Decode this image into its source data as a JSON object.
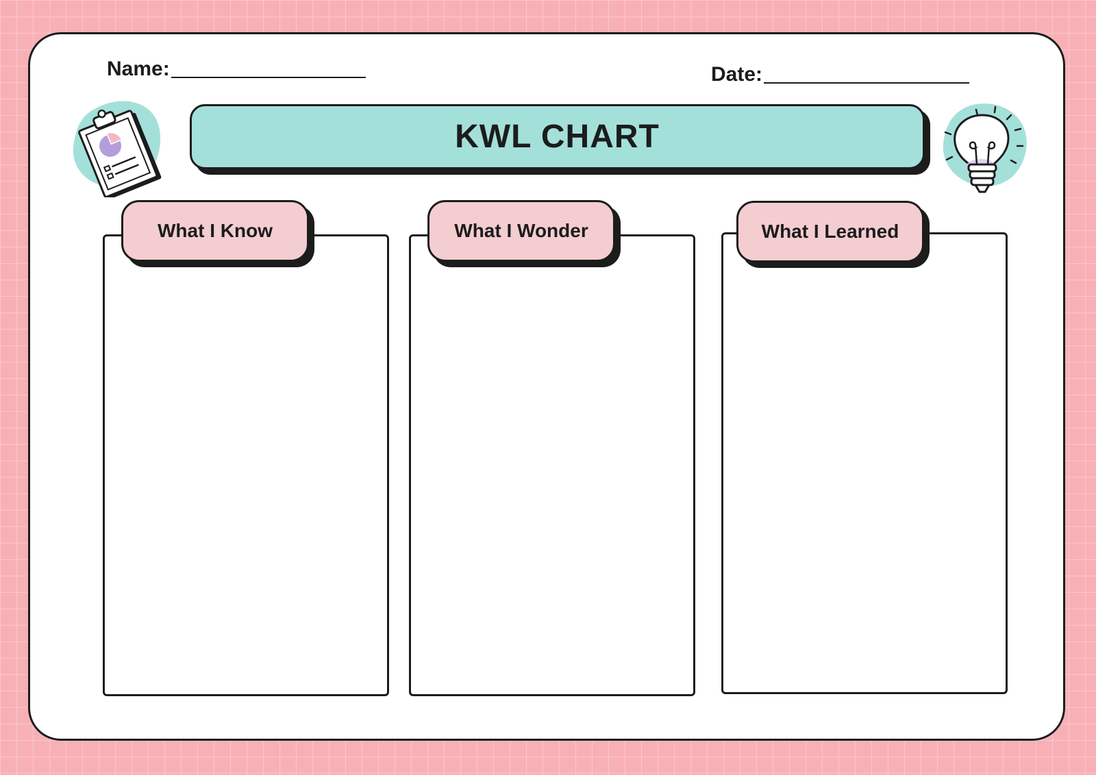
{
  "worksheet": {
    "name_label": "Name:",
    "date_label": "Date:",
    "title": "KWL CHART",
    "columns": [
      {
        "label": "What I Know"
      },
      {
        "label": "What I Wonder"
      },
      {
        "label": "What I Learned"
      }
    ],
    "icons": {
      "left": "clipboard-chart-icon",
      "right": "lightbulb-icon"
    }
  },
  "colors": {
    "background": "#f7b1b6",
    "banner": "#a4e0da",
    "tab": "#f4cdd0",
    "outline": "#1c1c1c",
    "icon_accent_purple": "#b59ddb",
    "icon_accent_pink": "#f4b8c4"
  }
}
